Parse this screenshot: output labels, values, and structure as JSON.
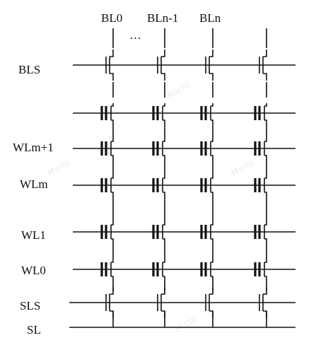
{
  "diagram": {
    "bitlines": [
      {
        "id": "bl0",
        "label": "BL0"
      },
      {
        "id": "bln-1",
        "label": "BLn-1"
      },
      {
        "id": "bln",
        "label": "BLn"
      },
      {
        "id": "bl3",
        "label": ""
      }
    ],
    "ellipsis": "…",
    "rows": [
      {
        "id": "bls",
        "label": "BLS",
        "device": "select"
      },
      {
        "id": "wl-top",
        "label": "",
        "device": "cell"
      },
      {
        "id": "wlm1",
        "label": "WLm+1",
        "device": "cell"
      },
      {
        "id": "wlm",
        "label": "WLm",
        "device": "cell"
      },
      {
        "id": "wl1",
        "label": "WL1",
        "device": "cell"
      },
      {
        "id": "wl0",
        "label": "WL0",
        "device": "cell"
      },
      {
        "id": "sls",
        "label": "SLS",
        "device": "select"
      },
      {
        "id": "sl",
        "label": "SL",
        "device": "line"
      }
    ],
    "watermark": "Micro"
  }
}
